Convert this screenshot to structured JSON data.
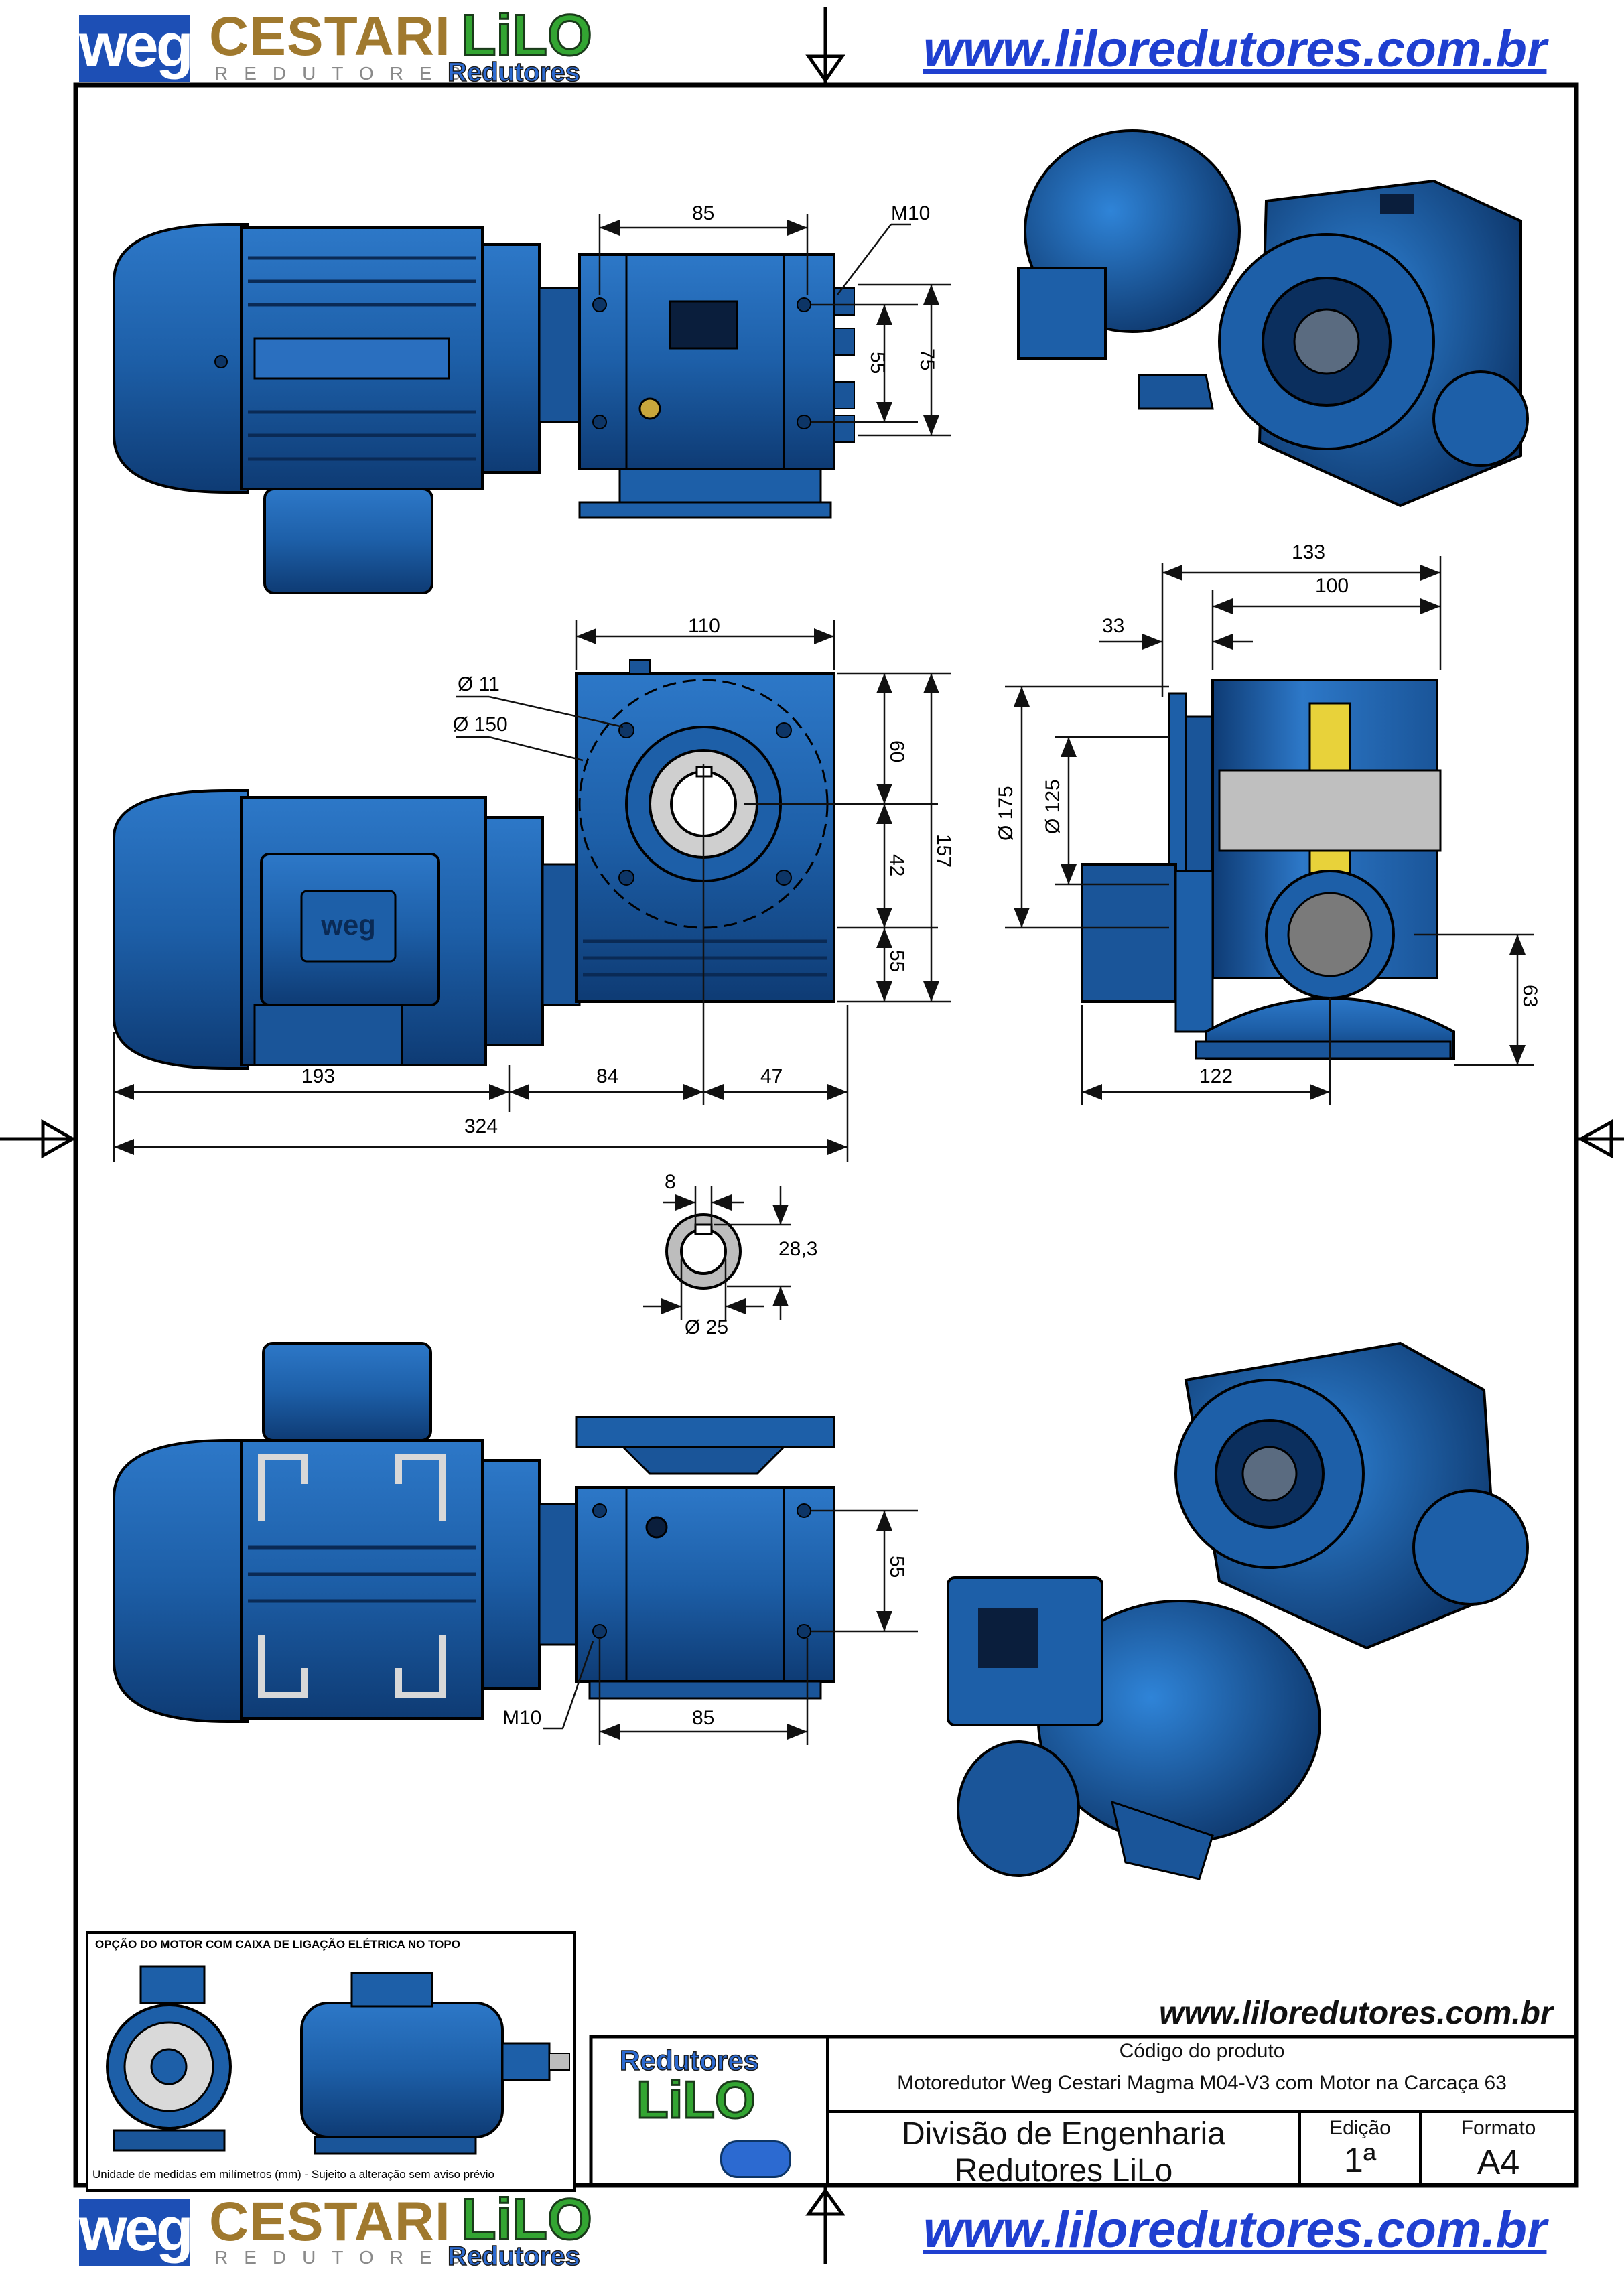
{
  "header": {
    "weg_logo": "weg",
    "cestari": "CESTARI",
    "cestari_sub": "REDUTORES",
    "lilo": "LiLO",
    "lilo_sub": "Redutores",
    "url": "www.liloredutores.com.br"
  },
  "dimensions": {
    "top_view": {
      "bolt_spacing": "85",
      "thread": "M10",
      "inner": "55",
      "outer": "75"
    },
    "front_view": {
      "width": "110",
      "hole": "Ø 11",
      "bolt_circle": "Ø 150",
      "v60": "60",
      "v42": "42",
      "v55": "55",
      "v157": "157",
      "h193": "193",
      "h84": "84",
      "h47": "47",
      "h324": "324"
    },
    "side_view": {
      "w133": "133",
      "w100": "100",
      "w33": "33",
      "d175": "Ø 175",
      "d125": "Ø 125",
      "h63": "63",
      "w122": "122"
    },
    "shaft": {
      "key": "8",
      "height": "28,3",
      "diameter": "Ø 25"
    },
    "bottom_view": {
      "v55": "55",
      "thread": "M10",
      "bolt_spacing": "85"
    }
  },
  "motor_option": {
    "title": "OPÇÃO DO MOTOR COM CAIXA DE LIGAÇÃO ELÉTRICA NO TOPO",
    "note": "Unidade de medidas em milímetros (mm) - Sujeito a alteração sem aviso prévio"
  },
  "title_block": {
    "url": "www.liloredutores.com.br",
    "logo_redutores": "Redutores",
    "logo_lilo": "LiLO",
    "code_label": "Código do produto",
    "product": "Motoredutor Weg Cestari Magma M04-V3 com Motor na Carcaça 63",
    "division_line1": "Divisão de Engenharia",
    "division_line2": "Redutores LiLo",
    "edition_label": "Edição",
    "edition_value": "1ª",
    "format_label": "Formato",
    "format_value": "A4"
  },
  "footer": {
    "weg_logo": "weg",
    "cestari": "CESTARI",
    "cestari_sub": "REDUTORES",
    "lilo": "LiLO",
    "lilo_sub": "Redutores",
    "url": "www.liloredutores.com.br"
  },
  "colors": {
    "body_blue": "#1d5fa8",
    "body_dark": "#0d3566",
    "body_light": "#3a86d6",
    "url_blue": "#1f3fd0",
    "cestari_gold": "#a0792e",
    "lilo_green": "#33a532"
  }
}
